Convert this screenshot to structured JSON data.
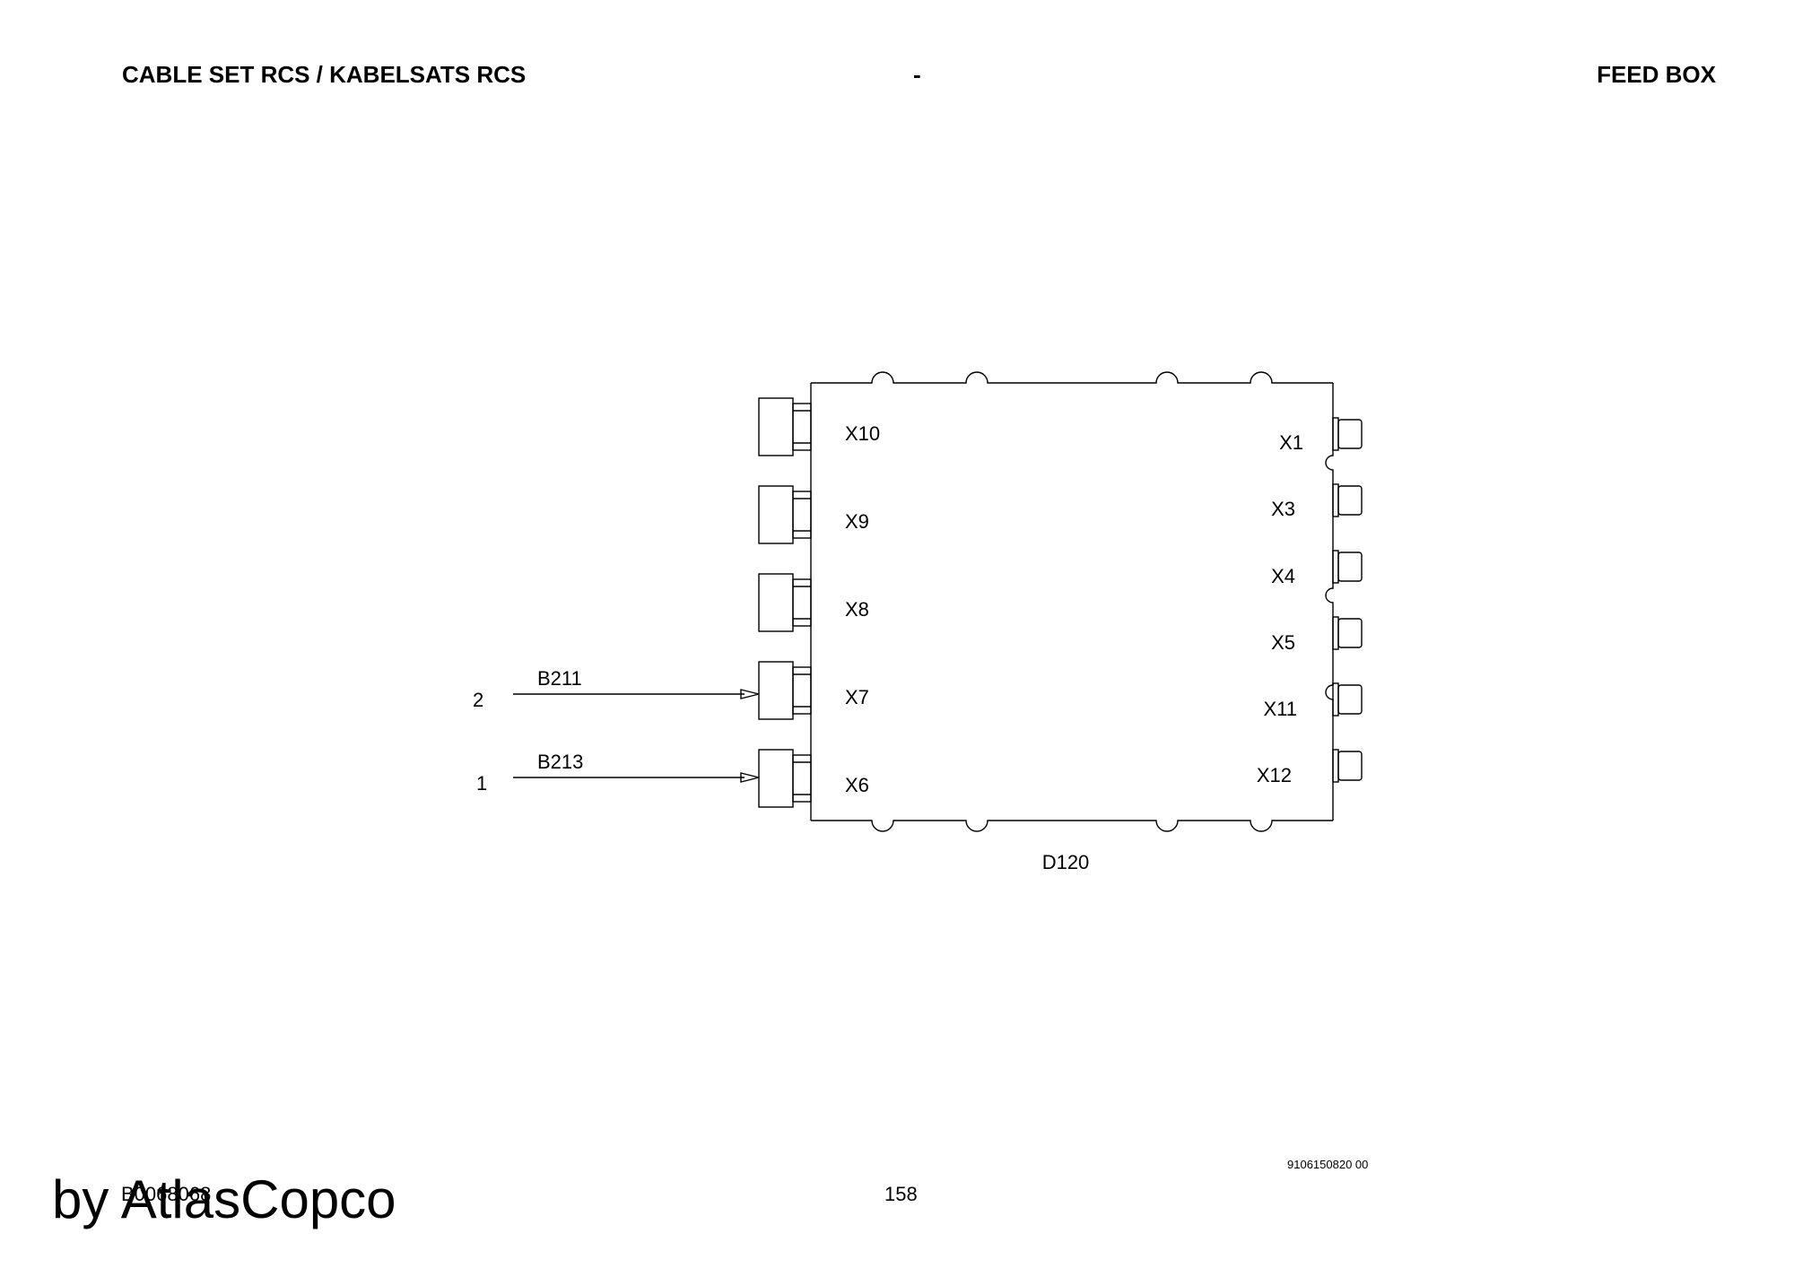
{
  "header": {
    "left": "CABLE SET RCS / KABELSATS RCS",
    "middle": "-",
    "right": "FEED BOX"
  },
  "box": {
    "label": "D120",
    "left_connectors": [
      "X10",
      "X9",
      "X8",
      "X7",
      "X6"
    ],
    "right_connectors": [
      "X1",
      "X3",
      "X4",
      "X5",
      "X11",
      "X12"
    ]
  },
  "cables": [
    {
      "number": "2",
      "name": "B211",
      "connector": "X7"
    },
    {
      "number": "1",
      "name": "B213",
      "connector": "X6"
    }
  ],
  "footer": {
    "code": "B0068068",
    "page": "158",
    "doc_number": "9106150820 00",
    "watermark": "by AtlasCopco"
  }
}
